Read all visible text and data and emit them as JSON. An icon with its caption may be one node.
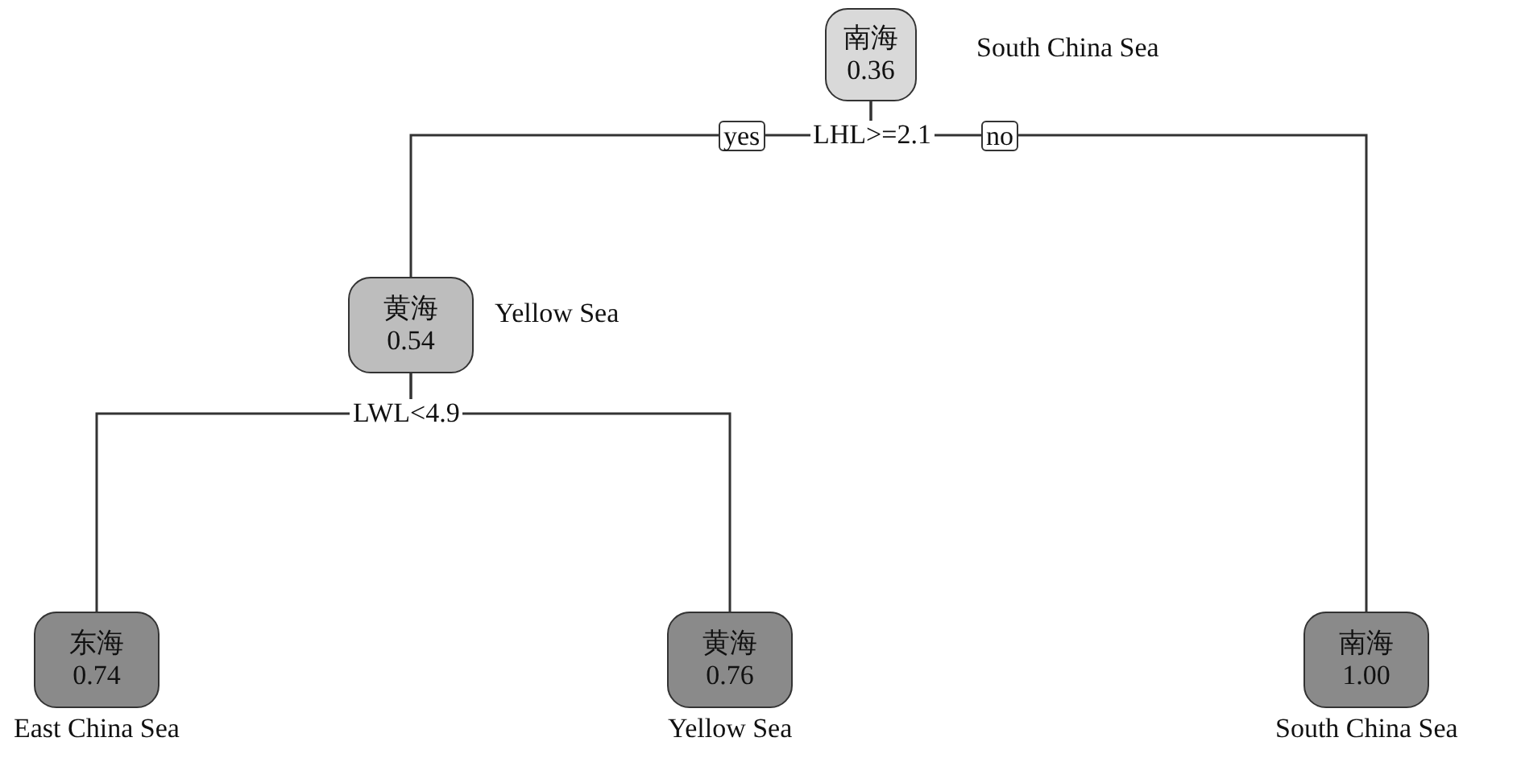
{
  "diagram": {
    "nodes": [
      {
        "text": [
          "南海",
          "0.36"
        ],
        "beside": [
          "South China Sea"
        ]
      },
      {
        "text": [
          "黄海",
          "0.54"
        ],
        "beside": [
          "Yellow Sea"
        ]
      },
      {
        "text": [
          "东海",
          "0.74"
        ],
        "beside": [
          "East China Sea"
        ]
      },
      {
        "text": [
          "黄海",
          "0.76"
        ],
        "beside": [
          "Yellow Sea"
        ]
      },
      {
        "text": [
          "南海",
          "1.00"
        ],
        "beside": [
          "South China Sea"
        ]
      }
    ],
    "edges": [
      {
        "from": 0,
        "to": 1,
        "arrow": "none",
        "label": "yes"
      },
      {
        "from": 0,
        "to": 4,
        "arrow": "none",
        "label": "no"
      },
      {
        "from": 1,
        "to": 2,
        "arrow": "none"
      },
      {
        "from": 1,
        "to": 3,
        "arrow": "none"
      }
    ],
    "labels": [
      "LHL>=2.1",
      "LWL<4.9"
    ]
  }
}
